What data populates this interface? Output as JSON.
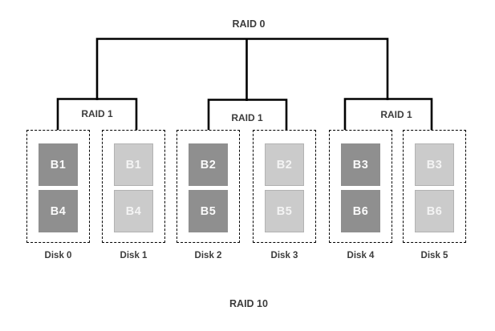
{
  "diagram": {
    "top_label": "RAID 0",
    "bottom_label": "RAID 10"
  },
  "colors": {
    "line": "#000000",
    "label_text": "#3c3c3c",
    "block_dark": "#8f8f8f",
    "block_light": "#cbcbcb",
    "block_text": "#ffffff",
    "background": "#ffffff"
  },
  "groups": [
    {
      "raid_label": "RAID 1",
      "disks": [
        {
          "name": "Disk 0",
          "variant": "dark",
          "blocks": [
            "B1",
            "B4"
          ]
        },
        {
          "name": "Disk 1",
          "variant": "light",
          "blocks": [
            "B1",
            "B4"
          ]
        }
      ]
    },
    {
      "raid_label": "RAID 1",
      "disks": [
        {
          "name": "Disk 2",
          "variant": "dark",
          "blocks": [
            "B2",
            "B5"
          ]
        },
        {
          "name": "Disk 3",
          "variant": "light",
          "blocks": [
            "B2",
            "B5"
          ]
        }
      ]
    },
    {
      "raid_label": "RAID 1",
      "disks": [
        {
          "name": "Disk 4",
          "variant": "dark",
          "blocks": [
            "B3",
            "B6"
          ]
        },
        {
          "name": "Disk 5",
          "variant": "light",
          "blocks": [
            "B3",
            "B6"
          ]
        }
      ]
    }
  ]
}
